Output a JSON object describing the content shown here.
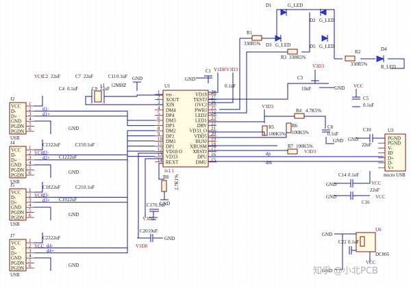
{
  "watermark": "知乎 @小北PCB",
  "colors": {
    "wire": "#1a1a8c",
    "part": "#7a1414",
    "fill": "#fffbe2",
    "led": "#2a3fd0"
  },
  "u1": {
    "ref": "U1",
    "value": "fe1.1",
    "left_pins": [
      {
        "name": "vss",
        "num": "1"
      },
      {
        "name": "XOUT",
        "num": "2"
      },
      {
        "name": "XIN",
        "num": "3"
      },
      {
        "name": "DM4",
        "num": "4"
      },
      {
        "name": "DP4",
        "num": "5"
      },
      {
        "name": "DM3",
        "num": "6"
      },
      {
        "name": "DP3",
        "num": "7"
      },
      {
        "name": "DM2",
        "num": "8"
      },
      {
        "name": "DP2",
        "num": "9"
      },
      {
        "name": "DM1",
        "num": "10"
      },
      {
        "name": "DP1",
        "num": "11"
      },
      {
        "name": "VD18 O",
        "num": "12"
      },
      {
        "name": "VD33",
        "num": "13"
      },
      {
        "name": "REXT",
        "num": "14"
      }
    ],
    "right_pins": [
      {
        "name": "VD18",
        "num": "28"
      },
      {
        "name": "TESTJ",
        "num": "27"
      },
      {
        "name": "OVCJ",
        "num": "26"
      },
      {
        "name": "PWRJ",
        "num": "25"
      },
      {
        "name": "LED2",
        "num": "24"
      },
      {
        "name": "LED1",
        "num": "23"
      },
      {
        "name": "DRV",
        "num": "22"
      },
      {
        "name": "VD33_O",
        "num": "21"
      },
      {
        "name": "VDD5",
        "num": "20"
      },
      {
        "name": "BUSJ",
        "num": "19"
      },
      {
        "name": "XBUSM",
        "num": "18"
      },
      {
        "name": "XRSTJ",
        "num": "17"
      },
      {
        "name": "DPU",
        "num": "16"
      },
      {
        "name": "DMU",
        "num": "15"
      }
    ]
  },
  "crystal": {
    "ref": "y1",
    "value": "12MHZ"
  },
  "usb_ports": [
    {
      "ref": "J2",
      "label": "USB",
      "pins": [
        "VCC",
        "D-",
        "D+",
        "GND",
        "PGDN",
        "PGDN"
      ],
      "nums": [
        "1",
        "2",
        "3",
        "4",
        "5",
        "6"
      ],
      "nets": [
        "d1-",
        "d1+"
      ],
      "caps": [
        {
          "ref": "C2",
          "value": "22uF"
        },
        {
          "ref": "C4",
          "value": "0.1uF"
        },
        {
          "ref": "C7",
          "value": "22uF"
        },
        {
          "ref": "C9",
          "value": "22uF"
        },
        {
          "ref": "C11",
          "value": "0.1uF"
        }
      ]
    },
    {
      "ref": "J4",
      "label": "USB",
      "pins": [
        "VCC",
        "D-",
        "D+",
        "GND",
        "PGDN",
        "PGDN"
      ],
      "nums": [
        "1",
        "2",
        "3",
        "4",
        "5",
        "6"
      ],
      "nets": [
        "d2-",
        "d2+"
      ],
      "caps": [
        {
          "ref": "C13",
          "value": "22uF"
        },
        {
          "ref": "C12",
          "value": "22uF"
        },
        {
          "ref": "C15",
          "value": "0.1uF"
        }
      ]
    },
    {
      "ref": "J5",
      "label": "USB",
      "pins": [
        "VCC",
        "D-",
        "D+",
        "GND",
        "PGDN",
        "PGDN"
      ],
      "nums": [
        "1",
        "2",
        "3",
        "4",
        "5",
        "6"
      ],
      "nets": [
        "d3-",
        "d3+"
      ],
      "caps": [
        {
          "ref": "C18",
          "value": "22uF"
        },
        {
          "ref": "C19",
          "value": "22uF"
        },
        {
          "ref": "C21",
          "value": "0.1uF"
        }
      ]
    },
    {
      "ref": "J7",
      "label": "USB",
      "pins": [
        "VCC",
        "D-",
        "D+",
        "GND",
        "PGDN",
        "PGDN"
      ],
      "nums": [
        "1",
        "2",
        "3",
        "4",
        "5",
        "6"
      ],
      "nets": [
        "d4-",
        "d4+"
      ],
      "caps": [
        {
          "ref": "C23",
          "value": "22uF"
        }
      ]
    }
  ],
  "micro_usb": {
    "ref": "U3",
    "label": "micro USB",
    "pins": [
      "PGND",
      "PGND",
      "V-",
      "ID",
      "D+",
      "D-",
      "V+"
    ]
  },
  "power_jack": {
    "ref": "U6",
    "label": "DC005"
  },
  "leds": [
    {
      "ref": "D1",
      "label": "G_LED"
    },
    {
      "ref": "D2",
      "label": "G_LED"
    },
    {
      "ref": "D3",
      "label": "G_LED"
    },
    {
      "ref": "D5",
      "label": "G_LED"
    },
    {
      "ref": "D4",
      "label": "R_LED"
    }
  ],
  "resistors": [
    {
      "ref": "R1",
      "value": "330R5%"
    },
    {
      "ref": "R2",
      "value": "330R5%"
    },
    {
      "ref": "R3",
      "value": "330R5%"
    },
    {
      "ref": "R4",
      "value": "4.7K5%"
    },
    {
      "ref": "R5",
      "value": "100K5%"
    },
    {
      "ref": "R6",
      "value": "100K5%"
    },
    {
      "ref": "R7",
      "value": "100K5%"
    },
    {
      "ref": "R8",
      "value": "2.7K1%"
    }
  ],
  "caps_misc": [
    {
      "ref": "C1",
      "value": "0.1uF"
    },
    {
      "ref": "C3",
      "value": "10uF"
    },
    {
      "ref": "C5",
      "value": "0.1uF"
    },
    {
      "ref": "C8",
      "value": "0.1uF"
    },
    {
      "ref": "C10",
      "value": "22uF"
    },
    {
      "ref": "C14",
      "value": "0.1uF"
    },
    {
      "ref": "C16",
      "value": "22uF"
    },
    {
      "ref": "C17",
      "value": "0.1uF"
    },
    {
      "ref": "C20",
      "value": "10uF"
    },
    {
      "ref": "C22",
      "value": "0.1uF"
    }
  ],
  "nets": {
    "gnd": "GND",
    "vcc": "VCC",
    "v1d8": "V1D8",
    "v3d3": "V3D3",
    "dp": "dp",
    "dm": "dm"
  }
}
